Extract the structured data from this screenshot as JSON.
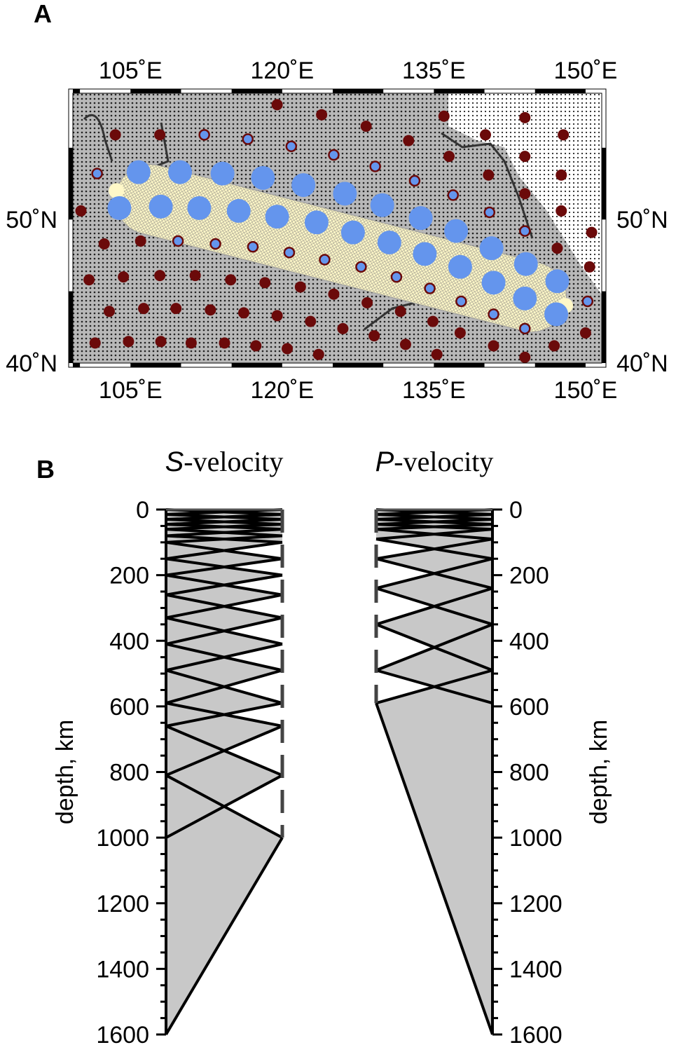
{
  "panel_a_label": "A",
  "panel_b_label": "B",
  "chart_data": [
    {
      "type": "scatter",
      "title": "",
      "lon_range": [
        99.3,
        151.6
      ],
      "lat_range": [
        40.0,
        58.8
      ],
      "lon_ticks": [
        105,
        120,
        135,
        150
      ],
      "lon_tick_labels": [
        "105˚E",
        "120˚E",
        "135˚E",
        "150˚E"
      ],
      "lat_ticks": [
        40,
        50
      ],
      "lat_tick_labels": [
        "40˚N",
        "50˚N"
      ],
      "colors": {
        "event": "#6495ed",
        "station": "#6b0a0a",
        "band": "#fff8c8",
        "land": "#b8b8b8"
      },
      "band_endpoints": [
        [
          103.6,
          52.0
        ],
        [
          148.0,
          44.0
        ]
      ],
      "events": [
        [
          105.8,
          53.3
        ],
        [
          109.9,
          53.3
        ],
        [
          114.1,
          53.2
        ],
        [
          118.1,
          52.9
        ],
        [
          122.1,
          52.4
        ],
        [
          126.2,
          51.8
        ],
        [
          129.9,
          51.0
        ],
        [
          133.7,
          50.1
        ],
        [
          137.2,
          49.2
        ],
        [
          140.7,
          48.0
        ],
        [
          144.1,
          46.9
        ],
        [
          147.2,
          45.7
        ],
        [
          103.9,
          50.8
        ],
        [
          108.0,
          50.9
        ],
        [
          111.8,
          50.8
        ],
        [
          115.7,
          50.6
        ],
        [
          119.5,
          50.2
        ],
        [
          123.4,
          49.8
        ],
        [
          127.0,
          49.1
        ],
        [
          130.6,
          48.4
        ],
        [
          134.1,
          47.6
        ],
        [
          137.6,
          46.7
        ],
        [
          140.9,
          45.6
        ],
        [
          144.0,
          44.5
        ],
        [
          147.1,
          43.4
        ]
      ],
      "stations_in_band": [
        [
          101.7,
          53.2
        ],
        [
          112.3,
          55.9
        ],
        [
          116.6,
          55.6
        ],
        [
          120.9,
          55.1
        ],
        [
          125.1,
          54.5
        ],
        [
          129.2,
          53.7
        ],
        [
          133.1,
          52.7
        ],
        [
          136.9,
          51.7
        ],
        [
          140.5,
          50.5
        ],
        [
          144.0,
          49.2
        ],
        [
          109.7,
          48.5
        ],
        [
          113.4,
          48.3
        ],
        [
          117.1,
          48.1
        ],
        [
          120.7,
          47.7
        ],
        [
          124.2,
          47.2
        ],
        [
          127.8,
          46.7
        ],
        [
          131.3,
          46.0
        ],
        [
          134.6,
          45.2
        ],
        [
          137.7,
          44.3
        ],
        [
          140.9,
          43.4
        ],
        [
          144.0,
          42.4
        ],
        [
          150.2,
          44.3
        ]
      ],
      "stations": [
        [
          103.5,
          55.9
        ],
        [
          107.9,
          55.9
        ],
        [
          119.5,
          58.0
        ],
        [
          123.9,
          57.3
        ],
        [
          128.3,
          56.5
        ],
        [
          132.5,
          55.5
        ],
        [
          136.0,
          57.2
        ],
        [
          136.5,
          54.4
        ],
        [
          140.1,
          55.9
        ],
        [
          144.0,
          57.1
        ],
        [
          147.8,
          55.9
        ],
        [
          144.0,
          54.4
        ],
        [
          147.6,
          53.1
        ],
        [
          140.4,
          53.1
        ],
        [
          144.0,
          51.8
        ],
        [
          147.6,
          50.6
        ],
        [
          150.6,
          49.1
        ],
        [
          147.2,
          48.0
        ],
        [
          150.4,
          46.7
        ],
        [
          100.1,
          50.6
        ],
        [
          102.4,
          48.3
        ],
        [
          106.0,
          48.5
        ],
        [
          100.9,
          45.8
        ],
        [
          104.3,
          46.0
        ],
        [
          107.9,
          46.1
        ],
        [
          111.4,
          46.1
        ],
        [
          114.9,
          45.8
        ],
        [
          118.3,
          45.6
        ],
        [
          121.8,
          45.3
        ],
        [
          125.1,
          44.8
        ],
        [
          128.4,
          44.2
        ],
        [
          131.7,
          43.6
        ],
        [
          134.9,
          42.9
        ],
        [
          137.6,
          42.1
        ],
        [
          140.9,
          41.2
        ],
        [
          144.0,
          40.4
        ],
        [
          102.9,
          43.6
        ],
        [
          106.3,
          43.8
        ],
        [
          109.5,
          43.8
        ],
        [
          112.9,
          43.7
        ],
        [
          116.2,
          43.5
        ],
        [
          119.5,
          43.3
        ],
        [
          122.8,
          42.9
        ],
        [
          126.0,
          42.4
        ],
        [
          129.1,
          41.9
        ],
        [
          132.2,
          41.3
        ],
        [
          135.3,
          40.6
        ],
        [
          101.5,
          41.4
        ],
        [
          104.8,
          41.5
        ],
        [
          108.0,
          41.5
        ],
        [
          111.0,
          41.4
        ],
        [
          114.3,
          41.4
        ],
        [
          117.4,
          41.2
        ],
        [
          120.5,
          41.0
        ],
        [
          123.6,
          40.6
        ],
        [
          146.9,
          41.2
        ],
        [
          150.0,
          42.1
        ]
      ]
    },
    {
      "type": "line",
      "ylabel": "depth, km",
      "ylim": [
        0,
        1600
      ],
      "yticks": [
        0,
        200,
        400,
        600,
        800,
        1000,
        1200,
        1400,
        1600
      ],
      "ytick_labels": [
        "0",
        "200",
        "400",
        "600",
        "800",
        "1000",
        "1200",
        "1400",
        "1600"
      ],
      "s_velocity": {
        "title_italic": "S",
        "title_rest": "-velocity",
        "layer_boundaries": [
          0,
          15,
          30,
          45,
          60,
          80,
          100,
          150,
          200,
          260,
          330,
          410,
          490,
          590,
          660,
          810,
          1000
        ],
        "taper_to_depth": 1600
      },
      "p_velocity": {
        "title_italic": "P",
        "title_rest": "-velocity",
        "layer_boundaries": [
          0,
          15,
          30,
          45,
          60,
          90,
          150,
          240,
          350,
          490,
          590
        ],
        "taper_to_depth": 1600
      }
    }
  ]
}
